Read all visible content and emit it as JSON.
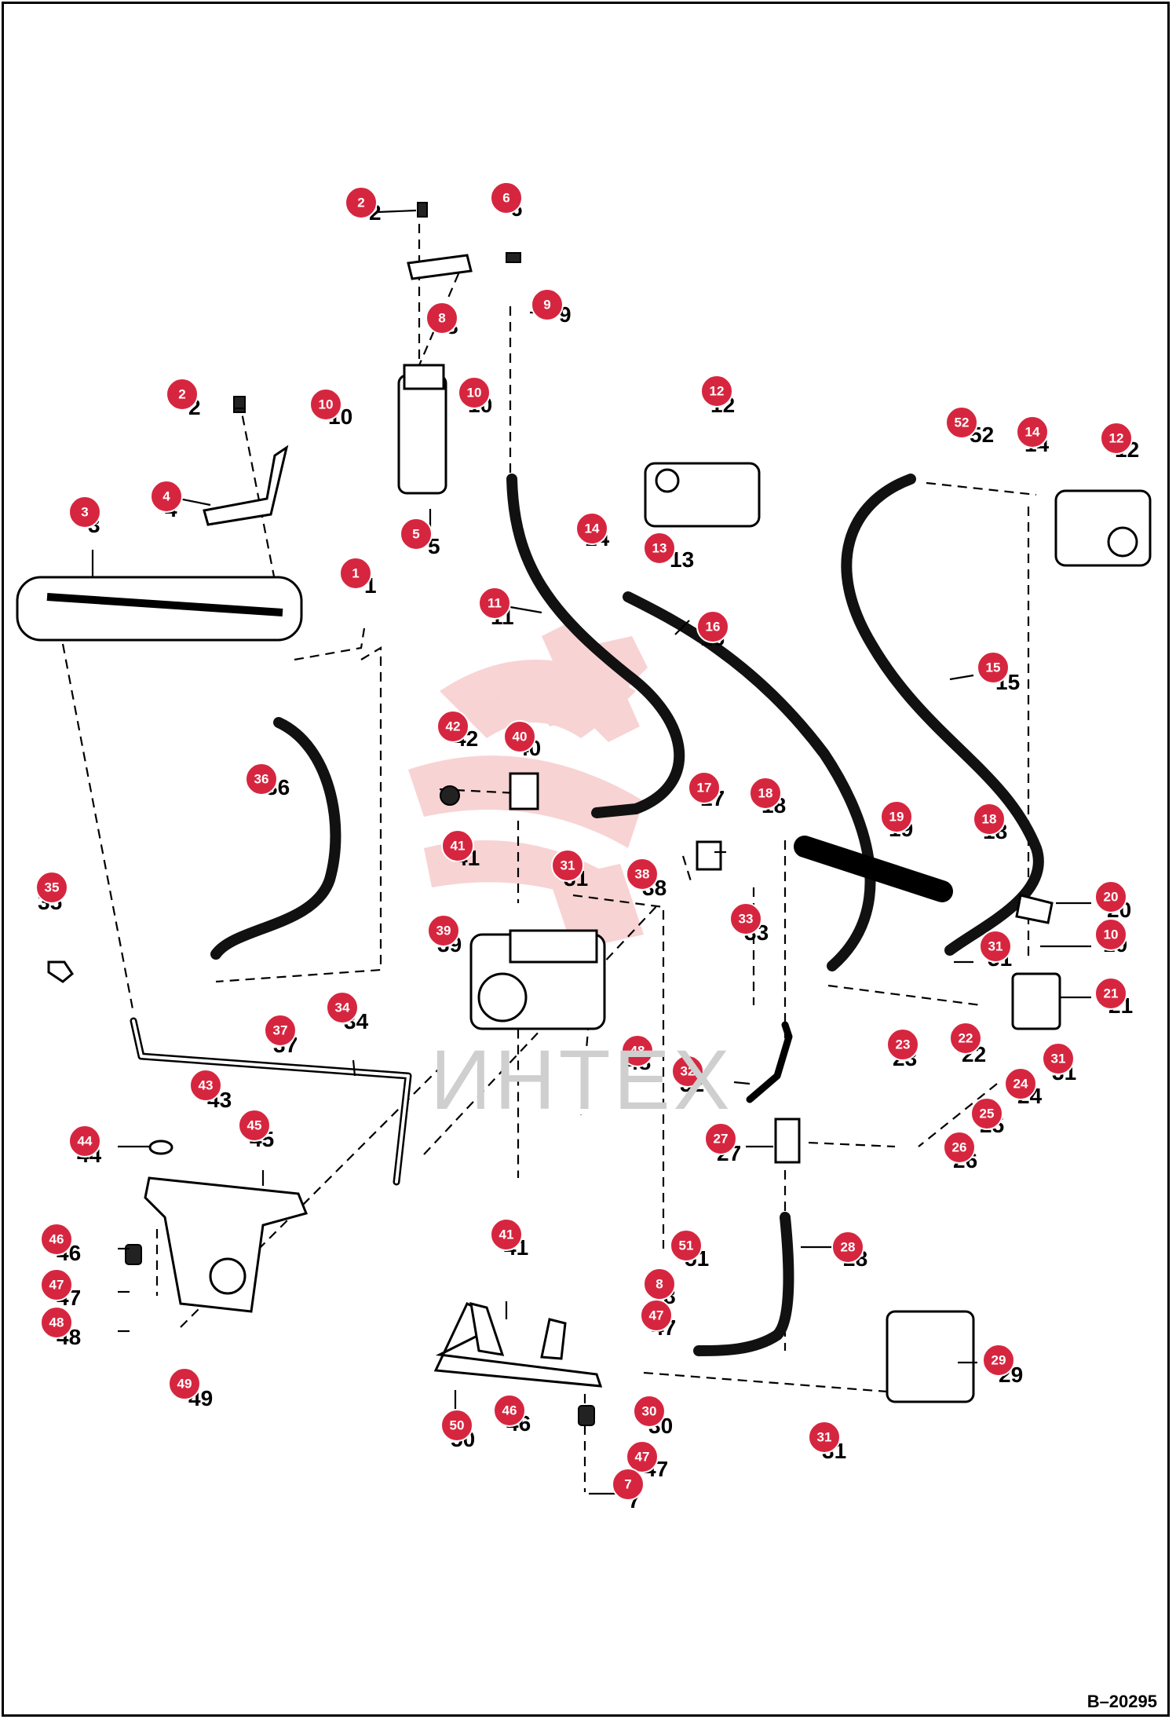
{
  "reference": "B–20295",
  "watermark": "ИНТЕХ",
  "colors": {
    "callout": "#d6263f",
    "watermark": "#f6c5c5"
  },
  "callouts": [
    {
      "num": "2",
      "label": "2"
    },
    {
      "num": "6",
      "label": "6"
    },
    {
      "num": "8",
      "label": "8"
    },
    {
      "num": "9",
      "label": "9"
    },
    {
      "num": "2",
      "label": "2"
    },
    {
      "num": "10",
      "label": "10"
    },
    {
      "num": "10",
      "label": "10"
    },
    {
      "num": "12",
      "label": "12"
    },
    {
      "num": "52",
      "label": "52"
    },
    {
      "num": "14",
      "label": "14"
    },
    {
      "num": "12",
      "label": "12"
    },
    {
      "num": "4",
      "label": "4"
    },
    {
      "num": "3",
      "label": "3"
    },
    {
      "num": "5",
      "label": "5"
    },
    {
      "num": "14",
      "label": "14"
    },
    {
      "num": "13",
      "label": "13"
    },
    {
      "num": "1",
      "label": "1"
    },
    {
      "num": "11",
      "label": "11"
    },
    {
      "num": "16",
      "label": "16"
    },
    {
      "num": "15",
      "label": "15"
    },
    {
      "num": "42",
      "label": "42"
    },
    {
      "num": "40",
      "label": "40"
    },
    {
      "num": "36",
      "label": "36"
    },
    {
      "num": "17",
      "label": "17"
    },
    {
      "num": "18",
      "label": "18"
    },
    {
      "num": "19",
      "label": "19"
    },
    {
      "num": "18",
      "label": "18"
    },
    {
      "num": "41",
      "label": "41"
    },
    {
      "num": "31",
      "label": "31"
    },
    {
      "num": "38",
      "label": "38"
    },
    {
      "num": "35",
      "label": "35"
    },
    {
      "num": "20",
      "label": "20"
    },
    {
      "num": "33",
      "label": "33"
    },
    {
      "num": "39",
      "label": "39"
    },
    {
      "num": "10",
      "label": "10"
    },
    {
      "num": "31",
      "label": "31"
    },
    {
      "num": "21",
      "label": "21"
    },
    {
      "num": "34",
      "label": "34"
    },
    {
      "num": "37",
      "label": "37"
    },
    {
      "num": "23",
      "label": "23"
    },
    {
      "num": "22",
      "label": "22"
    },
    {
      "num": "48",
      "label": "48"
    },
    {
      "num": "31",
      "label": "31"
    },
    {
      "num": "32",
      "label": "32"
    },
    {
      "num": "43",
      "label": "43"
    },
    {
      "num": "24",
      "label": "24"
    },
    {
      "num": "25",
      "label": "25"
    },
    {
      "num": "44",
      "label": "44"
    },
    {
      "num": "45",
      "label": "45"
    },
    {
      "num": "27",
      "label": "27"
    },
    {
      "num": "26",
      "label": "26"
    },
    {
      "num": "46",
      "label": "46"
    },
    {
      "num": "41",
      "label": "41"
    },
    {
      "num": "51",
      "label": "51"
    },
    {
      "num": "28",
      "label": "28"
    },
    {
      "num": "47",
      "label": "47"
    },
    {
      "num": "8",
      "label": "8"
    },
    {
      "num": "48",
      "label": "48"
    },
    {
      "num": "47",
      "label": "47"
    },
    {
      "num": "29",
      "label": "29"
    },
    {
      "num": "49",
      "label": "49"
    },
    {
      "num": "50",
      "label": "50"
    },
    {
      "num": "46",
      "label": "46"
    },
    {
      "num": "30",
      "label": "30"
    },
    {
      "num": "31",
      "label": "31"
    },
    {
      "num": "47",
      "label": "47"
    },
    {
      "num": "7",
      "label": "7"
    }
  ]
}
